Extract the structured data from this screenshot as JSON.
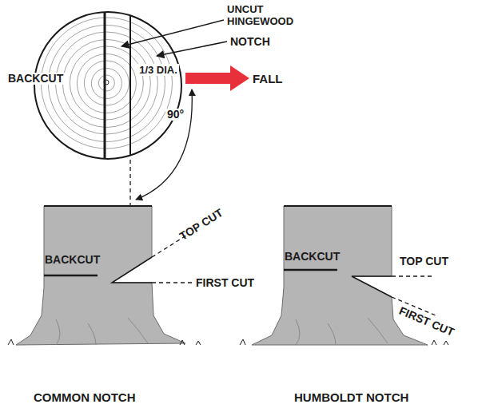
{
  "diagram": {
    "labels": [
      "UNCUT HINGEWOOD",
      "NOTCH",
      "BACKCUT",
      "1/3 DIA.",
      "FALL",
      "90°",
      "BACKCUT",
      "TOP CUT",
      "FIRST CUT",
      "COMMON NOTCH",
      "BACKCUT",
      "TOP CUT",
      "FIRST CUT",
      "HUMBOLDT NOTCH"
    ]
  }
}
